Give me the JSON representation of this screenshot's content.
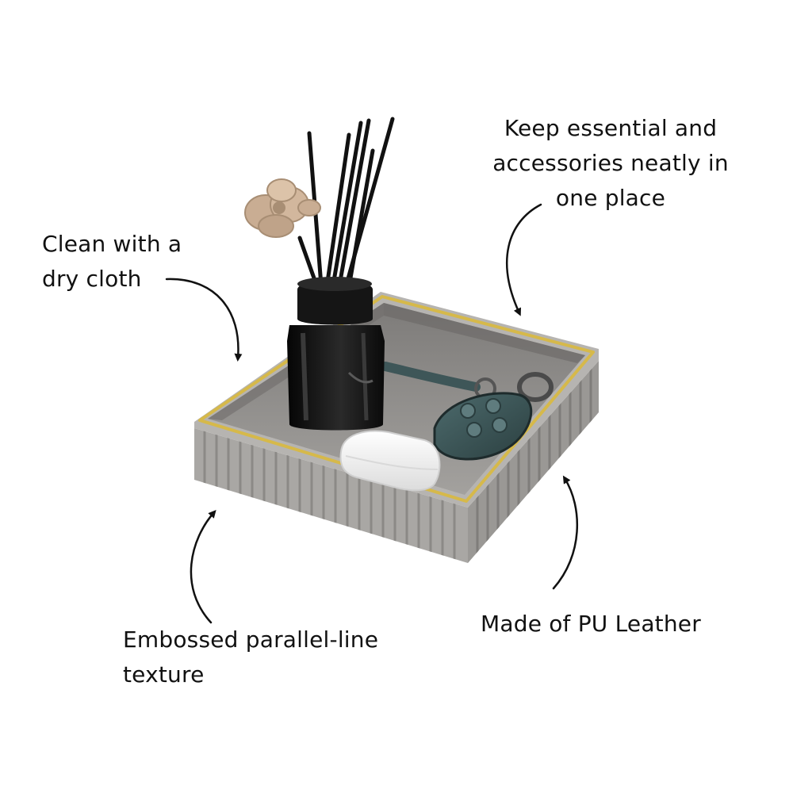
{
  "callouts": {
    "keep_essentials": {
      "lines": [
        "Keep essential and",
        "accessories neatly in",
        "one place"
      ]
    },
    "clean": {
      "lines": [
        "Clean with a",
        "dry cloth"
      ]
    },
    "embossed": {
      "lines": [
        "Embossed parallel-line",
        "texture"
      ]
    },
    "material": {
      "lines": [
        "Made of PU Leather"
      ]
    }
  },
  "colors": {
    "text": "#111111",
    "tray_outer": "#a7a5a2",
    "tray_inner": "#8f8d8b",
    "gold_rim": "#d6b94a",
    "diffuser_glass": "#141414",
    "car_key": "#3f5a5c",
    "earbud_case": "#f4f4f4",
    "flower": "#c9ad93"
  },
  "icons": [
    "arrow-icon"
  ]
}
